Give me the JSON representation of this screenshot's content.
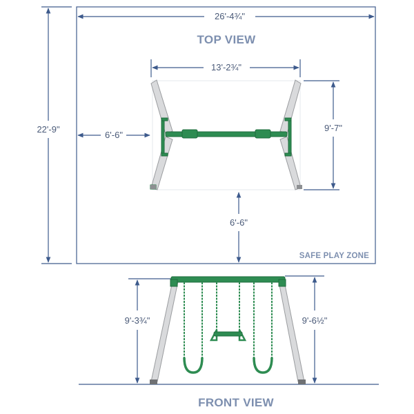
{
  "top_view": {
    "title": "TOP VIEW",
    "zone_label": "SAFE PLAY ZONE",
    "dims": {
      "overall_width": "26'-4¾\"",
      "frame_width": "13'-2¾\"",
      "overall_depth": "22'-9\"",
      "frame_depth": "9'-7\"",
      "side_clearance": "6'-6\"",
      "front_clearance": "6'-6\""
    }
  },
  "front_view": {
    "title": "FRONT VIEW",
    "dims": {
      "height_left": "9'-3¾\"",
      "height_right": "9'-6½\""
    }
  },
  "colors": {
    "dimension": "#3d5a8c",
    "frame_green": "#2e8c52",
    "leg_silver": "#d9dadc",
    "title": "#7d8faf"
  }
}
